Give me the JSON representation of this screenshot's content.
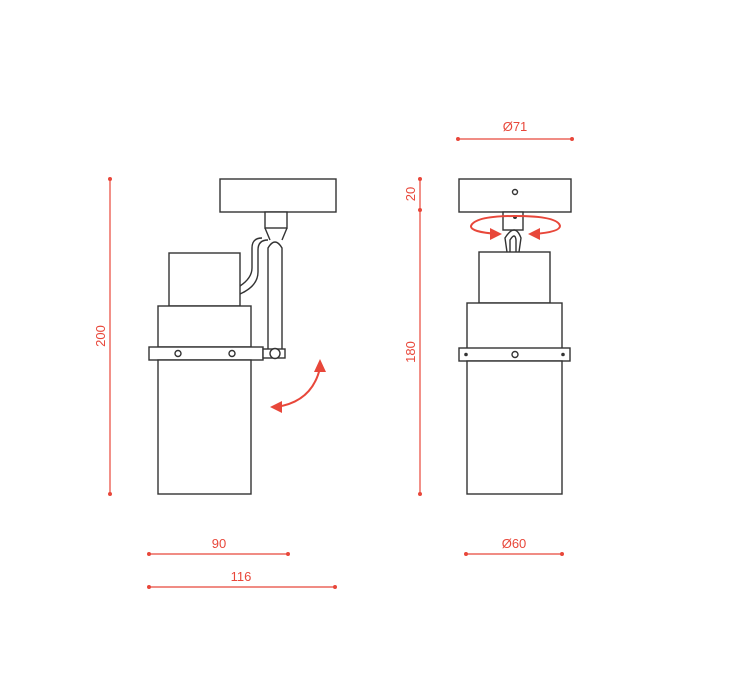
{
  "colors": {
    "dimension": "#e8473a",
    "outline": "#333333"
  },
  "side_view": {
    "dims": {
      "height": "200",
      "width_body": "90",
      "width_total": "116"
    }
  },
  "front_view": {
    "dims": {
      "diameter_canopy": "Ø71",
      "canopy_height": "20",
      "body_height": "180",
      "diameter_body": "Ø60"
    }
  }
}
